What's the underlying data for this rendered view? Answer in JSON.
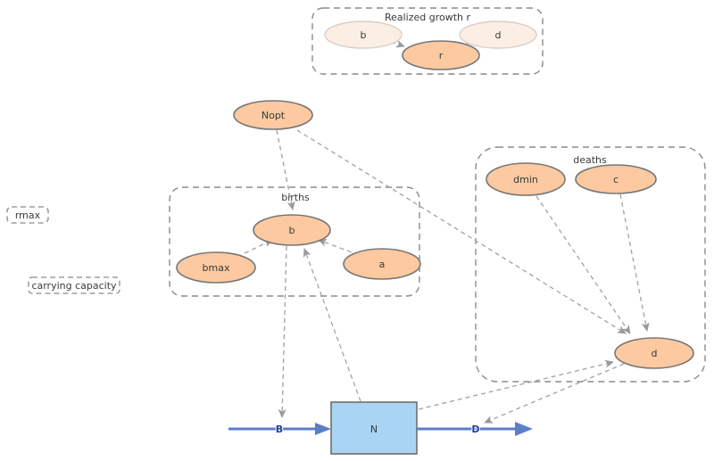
{
  "groups": {
    "realized_growth": {
      "label": "Realized growth r"
    },
    "births": {
      "label": "births"
    },
    "deaths": {
      "label": "deaths"
    }
  },
  "nodes": {
    "b_ghost": {
      "label": "b"
    },
    "d_ghost": {
      "label": "d"
    },
    "r": {
      "label": "r"
    },
    "nopt": {
      "label": "Nopt"
    },
    "b": {
      "label": "b"
    },
    "bmax": {
      "label": "bmax"
    },
    "a": {
      "label": "a"
    },
    "dmin": {
      "label": "dmin"
    },
    "c": {
      "label": "c"
    },
    "d": {
      "label": "d"
    },
    "rmax": {
      "label": "rmax"
    },
    "carrying_capacity": {
      "label": "carrying capacity"
    }
  },
  "stock": {
    "n": {
      "label": "N"
    }
  },
  "flows": {
    "b": {
      "label": "B"
    },
    "d": {
      "label": "D"
    }
  },
  "colors": {
    "node_fill": "#fcc9a0",
    "node_fill_faded": "#fbeee4",
    "node_border": "#767676",
    "node_border_faded": "#d8cec6",
    "stock_fill": "#aad4f4",
    "stock_border": "#6e6e6e",
    "flow_color": "#5b7ec9",
    "flow_label_color": "#1e3e9c",
    "link_color": "#a2a2a2",
    "group_border": "#8a8a8a",
    "text_color": "#3a3a3a"
  }
}
